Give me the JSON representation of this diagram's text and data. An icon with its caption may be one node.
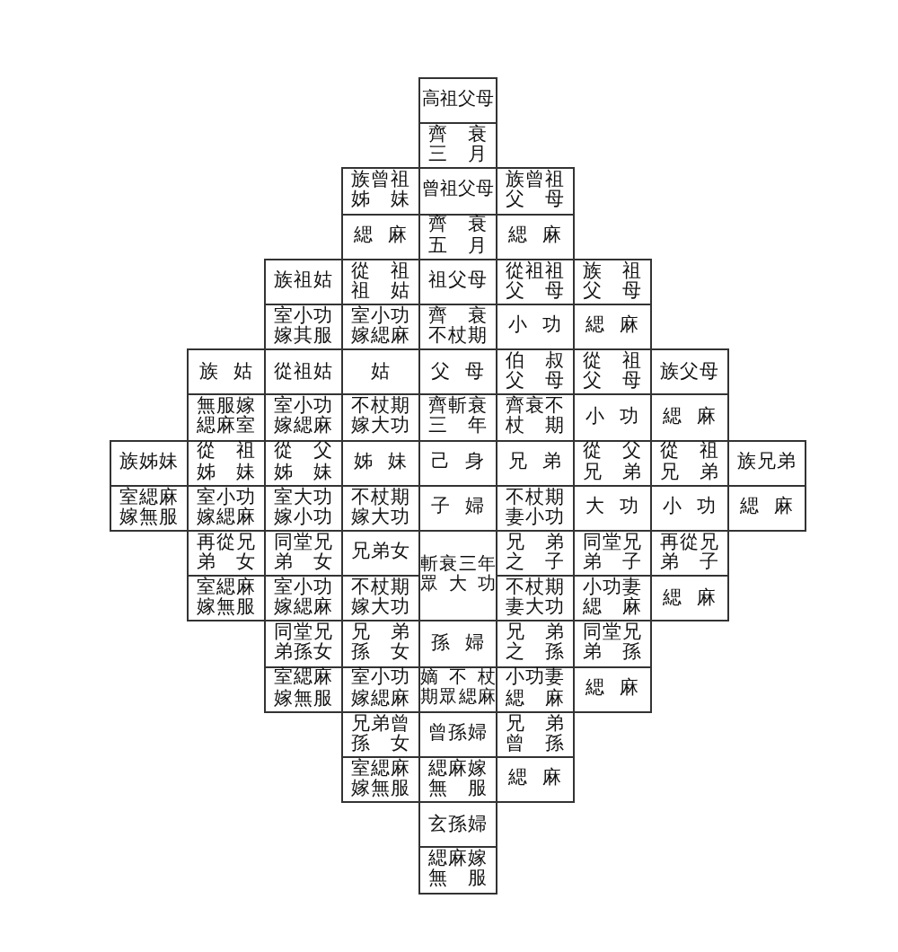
{
  "diagram": {
    "nodes": [
      {
        "text": [
          "高祖父母"
        ]
      },
      {
        "text": [
          "齊衰三月"
        ]
      },
      {
        "text": [
          "族曾祖姊妹"
        ]
      },
      {
        "text": [
          "曾祖父母"
        ]
      },
      {
        "text": [
          "族曾祖父母"
        ]
      },
      {
        "text": [
          "緦麻"
        ]
      },
      {
        "text": [
          "齊衰五月"
        ]
      },
      {
        "text": [
          "緦麻"
        ]
      },
      {
        "text": [
          "族祖姑"
        ]
      },
      {
        "text": [
          "從祖祖姑"
        ]
      },
      {
        "text": [
          "祖父母"
        ]
      },
      {
        "text": [
          "從祖祖父母"
        ]
      },
      {
        "text": [
          "族祖父母"
        ]
      },
      {
        "text": [
          "室小功嫁其服"
        ]
      },
      {
        "text": [
          "室小功嫁緦麻"
        ]
      },
      {
        "text": [
          "齊衰不杖期"
        ]
      },
      {
        "text": [
          "小功"
        ]
      },
      {
        "text": [
          "緦麻"
        ]
      },
      {
        "text": [
          "族姑"
        ]
      },
      {
        "text": [
          "從祖姑"
        ]
      },
      {
        "text": [
          "姑"
        ]
      },
      {
        "text": [
          "父母"
        ]
      },
      {
        "text": [
          "伯叔父母"
        ]
      },
      {
        "text": [
          "從祖父母"
        ]
      },
      {
        "text": [
          "族父母"
        ]
      },
      {
        "text": [
          "無服嫁緦麻室"
        ]
      },
      {
        "text": [
          "室小功嫁緦麻"
        ]
      },
      {
        "text": [
          "不杖期嫁大功"
        ]
      },
      {
        "text": [
          "齊斬衰三年"
        ]
      },
      {
        "text": [
          "齊衰不杖期"
        ]
      },
      {
        "text": [
          "小功"
        ]
      },
      {
        "text": [
          "緦麻"
        ]
      },
      {
        "text": [
          "族姊妹"
        ]
      },
      {
        "text": [
          "從祖姊妹"
        ]
      },
      {
        "text": [
          "從父姊妹"
        ]
      },
      {
        "text": [
          "姊妹"
        ]
      },
      {
        "text": [
          "己身"
        ]
      },
      {
        "text": [
          "兄弟"
        ]
      },
      {
        "text": [
          "從父兄弟"
        ]
      },
      {
        "text": [
          "從祖兄弟"
        ]
      },
      {
        "text": [
          "族兄弟"
        ]
      },
      {
        "text": [
          "室緦麻嫁無服"
        ]
      },
      {
        "text": [
          "室小功嫁緦麻"
        ]
      },
      {
        "text": [
          "室大功嫁小功"
        ]
      },
      {
        "text": [
          "不杖期嫁大功"
        ]
      },
      {
        "text": [
          "子婦"
        ]
      },
      {
        "text": [
          "不杖期妻小功"
        ]
      },
      {
        "text": [
          "大功"
        ]
      },
      {
        "text": [
          "小功"
        ]
      },
      {
        "text": [
          "緦麻"
        ]
      },
      {
        "text": [
          "再從兄弟女"
        ]
      },
      {
        "text": [
          "同堂兄弟女"
        ]
      },
      {
        "text": [
          "兄弟女"
        ]
      },
      {
        "text": [
          "斬衰三年眾大功"
        ]
      },
      {
        "text": [
          "兄弟之子"
        ]
      },
      {
        "text": [
          "同堂兄弟子"
        ]
      },
      {
        "text": [
          "再從兄弟子"
        ]
      },
      {
        "text": [
          "室緦麻嫁無服"
        ]
      },
      {
        "text": [
          "室小功嫁緦麻"
        ]
      },
      {
        "text": [
          "不杖期嫁大功"
        ]
      },
      {
        "text": [
          "不杖期妻大功"
        ]
      },
      {
        "text": [
          "小功妻緦麻"
        ]
      },
      {
        "text": [
          "緦麻"
        ]
      },
      {
        "text": [
          "同堂兄弟孫女"
        ]
      },
      {
        "text": [
          "兄弟孫女"
        ]
      },
      {
        "text": [
          "孫婦"
        ]
      },
      {
        "text": [
          "兄弟之孫"
        ]
      },
      {
        "text": [
          "同堂兄弟孫"
        ]
      },
      {
        "text": [
          "室緦麻嫁無服"
        ]
      },
      {
        "text": [
          "室小功嫁緦麻"
        ]
      },
      {
        "text": [
          "嫡不杖期眾緦麻"
        ]
      },
      {
        "text": [
          "小功妻緦麻"
        ]
      },
      {
        "text": [
          "緦麻"
        ]
      },
      {
        "text": [
          "兄弟曾孫女"
        ]
      },
      {
        "text": [
          "曾孫婦"
        ]
      },
      {
        "text": [
          "兄弟曾孫"
        ]
      },
      {
        "text": [
          "室緦麻嫁無服"
        ]
      },
      {
        "text": [
          "緦麻嫁無服"
        ]
      },
      {
        "text": [
          "緦麻"
        ]
      },
      {
        "text": [
          "玄孫婦"
        ]
      },
      {
        "text": [
          "緦麻嫁無服"
        ]
      }
    ]
  }
}
